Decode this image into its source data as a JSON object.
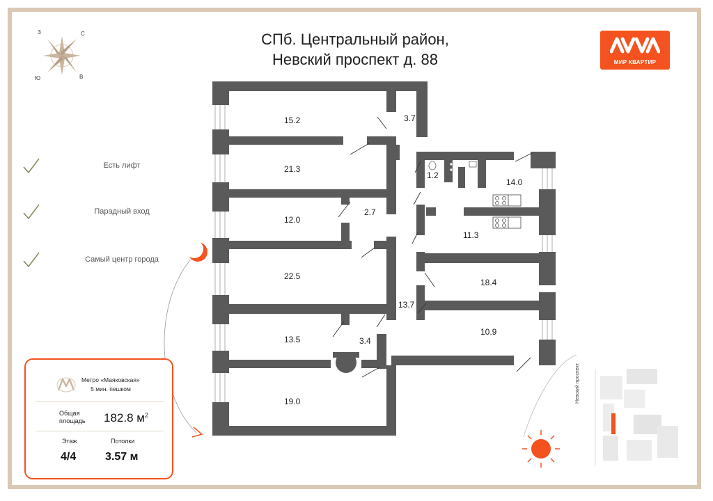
{
  "title": {
    "line1": "СПб. Центральный район,",
    "line2": "Невский проспект д. 88"
  },
  "logo": {
    "text": "МИР КВАРТИР",
    "color": "#f4521e"
  },
  "compass": {
    "n": "С",
    "w": "З",
    "s": "Ю",
    "e": "В"
  },
  "features": [
    {
      "label": "Есть лифт",
      "icon": "check-icon"
    },
    {
      "label": "Парадный вход",
      "icon": "check-icon"
    },
    {
      "label": "Самый центр города",
      "icon": "check-icon"
    }
  ],
  "rooms": [
    {
      "label": "15.2"
    },
    {
      "label": "21.3"
    },
    {
      "label": "12.0"
    },
    {
      "label": "22.5"
    },
    {
      "label": "13.5"
    },
    {
      "label": "19.0"
    },
    {
      "label": "3.7"
    },
    {
      "label": "1.2"
    },
    {
      "label": "2.7"
    },
    {
      "label": "13.7"
    },
    {
      "label": "3.4"
    },
    {
      "label": "14.0"
    },
    {
      "label": "11.3"
    },
    {
      "label": "18.4"
    },
    {
      "label": "10.9"
    }
  ],
  "info": {
    "metro": "Метро «Маяковская»",
    "walk": "5 мин. пешком",
    "area_label_1": "Общая",
    "area_label_2": "площадь",
    "area_value": "182.8 м",
    "area_unit_sup": "2",
    "floor_label": "Этаж",
    "floor_value": "4/4",
    "ceiling_label": "Потолки",
    "ceiling_value": "3.57 м"
  },
  "street": "Невский проспект",
  "colors": {
    "accent": "#f4521e",
    "wall": "#5a5a5a",
    "frame": "#d9c8b3",
    "text": "#222222"
  }
}
